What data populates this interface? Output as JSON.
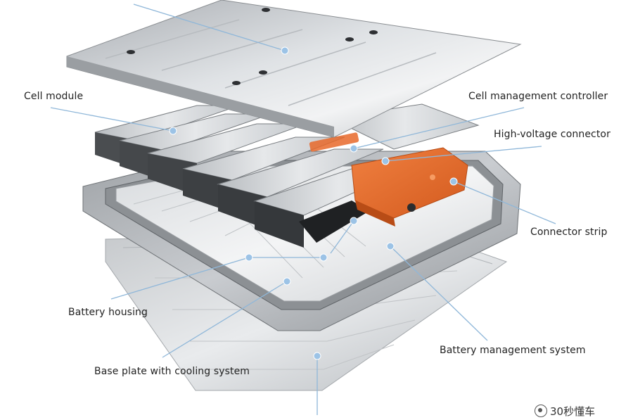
{
  "labels": {
    "cell_module": "Cell module",
    "cell_management_controller": "Cell management controller",
    "high_voltage_connector": "High-voltage connector",
    "connector_strip": "Connector strip",
    "battery_housing": "Battery housing",
    "battery_management_system": "Battery management system",
    "base_plate": "Base plate with cooling system"
  },
  "watermark": "30秒懂车",
  "colors": {
    "leader": "#8fb7d9",
    "dot": "#9cc3e6",
    "orange": "#e8682a",
    "aluminum": "#c7cbcf"
  }
}
